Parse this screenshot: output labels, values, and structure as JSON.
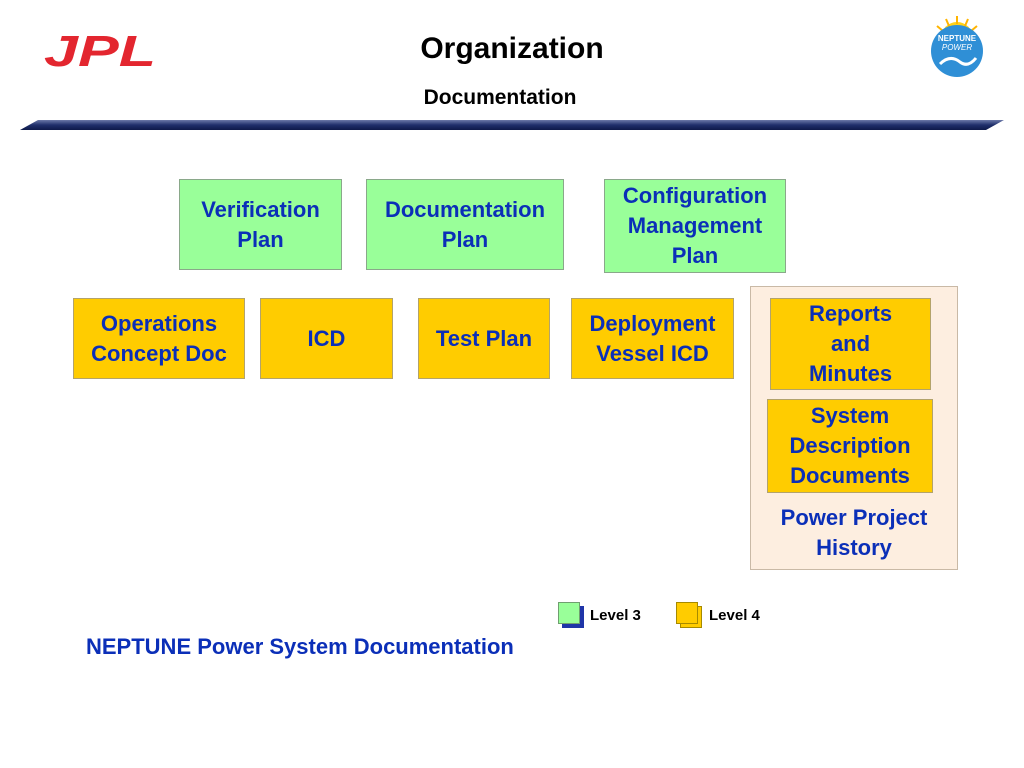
{
  "header": {
    "logo_text": "JPL",
    "title": "Organization",
    "subtitle": "Documentation",
    "emblem_text_top": "NEPTUNE",
    "emblem_text_bottom": "POWER"
  },
  "boxes": {
    "verification_plan": [
      "Verification",
      "Plan"
    ],
    "documentation_plan": [
      "Documentation",
      "Plan"
    ],
    "configuration_management_plan": [
      "Configuration",
      "Management",
      "Plan"
    ],
    "operations_concept_doc": [
      "Operations",
      "Concept Doc"
    ],
    "icd": [
      "ICD"
    ],
    "test_plan": [
      "Test Plan"
    ],
    "deployment_vessel_icd": [
      "Deployment",
      "Vessel ICD"
    ],
    "reports_and_minutes": [
      "Reports",
      "and",
      "Minutes"
    ],
    "system_description_documents": [
      "System",
      "Description",
      "Documents"
    ]
  },
  "group": {
    "power_project_history": [
      "Power Project",
      "History"
    ]
  },
  "legend": {
    "level3": "Level 3",
    "level4": "Level 4"
  },
  "caption": "NEPTUNE Power System Documentation",
  "colors": {
    "level3_fill": "#99ff99",
    "level4_fill": "#ffcc00",
    "text_blue": "#0b2fb8",
    "history_fill": "#fdeee0",
    "jpl_red": "#e3262f",
    "header_rule": "#1f2f6b"
  }
}
